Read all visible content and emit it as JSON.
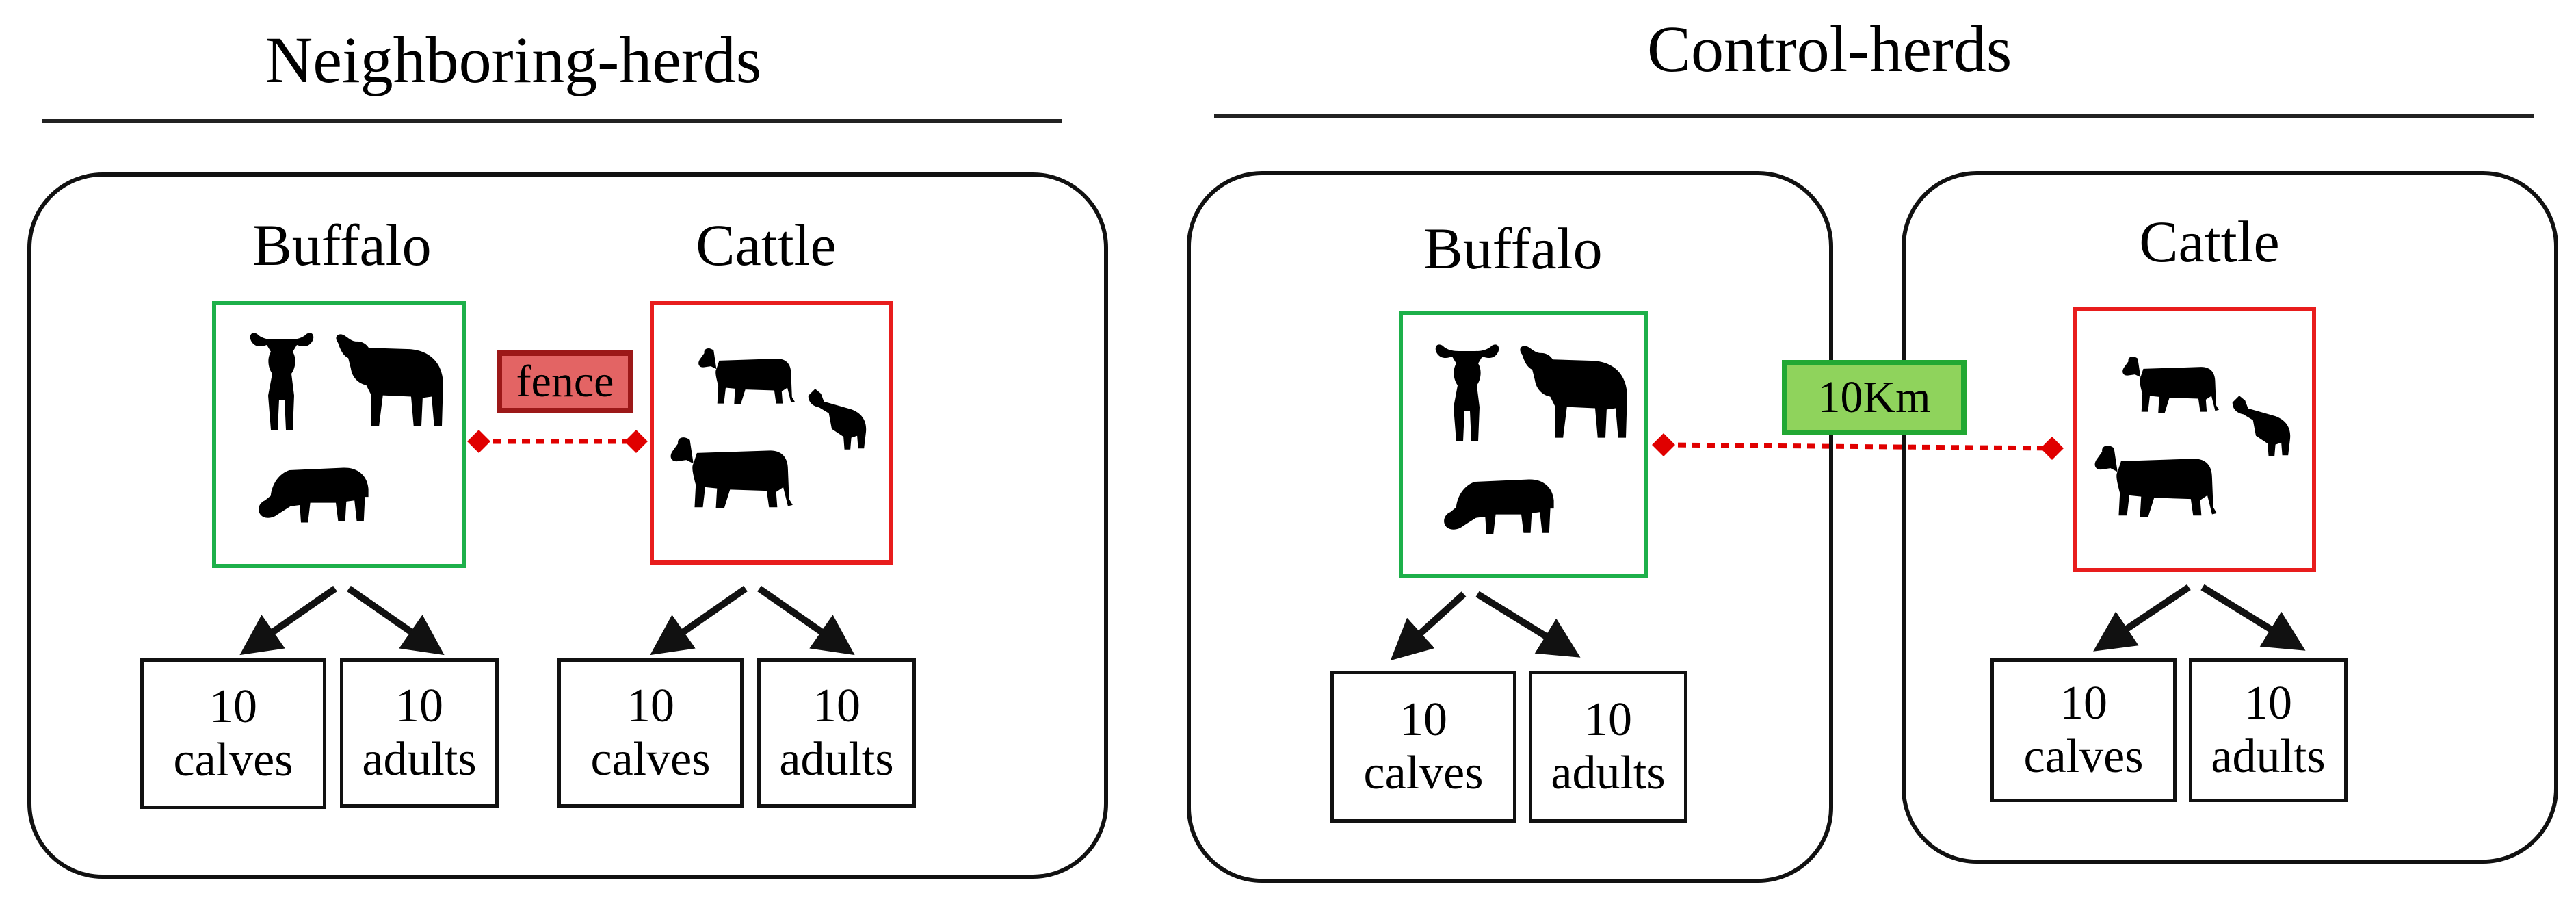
{
  "sections": [
    {
      "title": "Neighboring-herds",
      "connector_label": "fence",
      "groups": [
        {
          "species": "Buffalo",
          "icon": "buffalo-silhouettes-icon",
          "frame_color": "#1db04a",
          "counts": [
            {
              "number": "10",
              "label": "calves"
            },
            {
              "number": "10",
              "label": "adults"
            }
          ]
        },
        {
          "species": "Cattle",
          "icon": "cattle-silhouettes-icon",
          "frame_color": "#e81d1d",
          "counts": [
            {
              "number": "10",
              "label": "calves"
            },
            {
              "number": "10",
              "label": "adults"
            }
          ]
        }
      ]
    },
    {
      "title": "Control-herds",
      "connector_label": "10Km",
      "groups": [
        {
          "species": "Buffalo",
          "icon": "buffalo-silhouettes-icon",
          "frame_color": "#1db04a",
          "counts": [
            {
              "number": "10",
              "label": "calves"
            },
            {
              "number": "10",
              "label": "adults"
            }
          ]
        },
        {
          "species": "Cattle",
          "icon": "cattle-silhouettes-icon",
          "frame_color": "#e81d1d",
          "counts": [
            {
              "number": "10",
              "label": "calves"
            },
            {
              "number": "10",
              "label": "adults"
            }
          ]
        }
      ]
    }
  ],
  "colors": {
    "buffalo_frame": "#1db04a",
    "cattle_frame": "#e81d1d",
    "connector": "#e00000",
    "fence_fill": "#e36464",
    "fence_border": "#9c1818",
    "distance_fill": "#8fd35c",
    "distance_border": "#22a833"
  }
}
